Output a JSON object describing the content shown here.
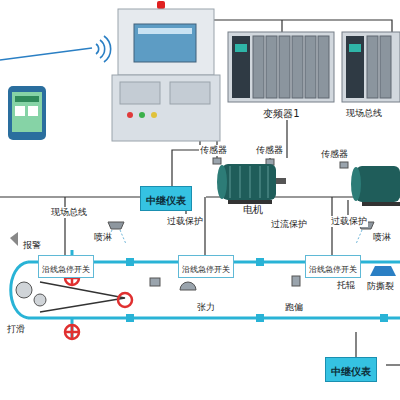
{
  "diagram": {
    "nodes": [
      {
        "text": [
          "变频器1"
        ]
      },
      {
        "text": [
          "电机"
        ]
      },
      {
        "text": [
          "中继仪表"
        ]
      },
      {
        "text": [
          "沿线急停开关"
        ]
      },
      {
        "text": [
          "沿线急停开关"
        ]
      },
      {
        "text": [
          "沿线急停开关"
        ]
      },
      {
        "text": [
          "中继仪表"
        ]
      }
    ],
    "edges": [
      {
        "from": 0,
        "to": 1,
        "arrow": "none"
      }
    ],
    "labels": [
      "现场总线",
      "传感器",
      "传感器",
      "传感器",
      "现场总线",
      "过载保护",
      "过流保护",
      "过载保护",
      "喷淋",
      "喷淋",
      "报警",
      "托辊",
      "防撕裂",
      "张力",
      "跑偏",
      "打滑"
    ]
  }
}
